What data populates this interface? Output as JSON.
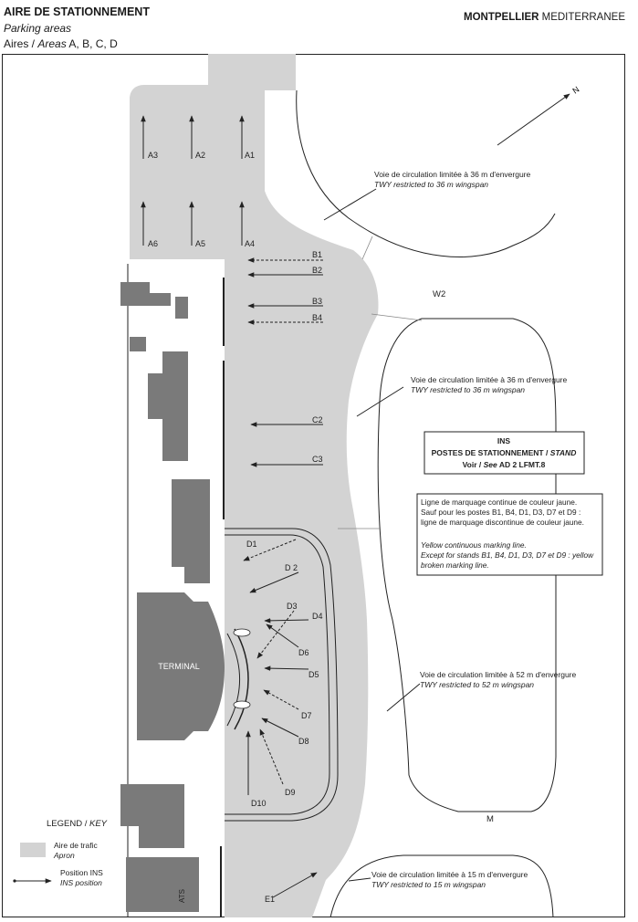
{
  "header": {
    "title": "AIRE DE STATIONNEMENT",
    "subtitle": "Parking areas",
    "aires_prefix": "Aires /",
    "aires_areas_italic": "Areas",
    "aires_list": "A, B, C, D",
    "airport_bold": "MONTPELLIER",
    "airport_rest": "MEDITERRANEE"
  },
  "north": {
    "label": "N"
  },
  "stands": {
    "A1": "A1",
    "A2": "A2",
    "A3": "A3",
    "A4": "A4",
    "A5": "A5",
    "A6": "A6",
    "B1": "B1",
    "B2": "B2",
    "B3": "B3",
    "B4": "B4",
    "C2": "C2",
    "C3": "C3",
    "D1": "D1",
    "D2": "D 2",
    "D3": "D3",
    "D4": "D4",
    "D5": "D5",
    "D6": "D6",
    "D7": "D7",
    "D8": "D8",
    "D9": "D9",
    "D10": "D10",
    "E1": "E1"
  },
  "taxiways": {
    "w2": "W2",
    "m": "M",
    "twy1_fr": "Voie de circulation limitée à 36 m d'envergure",
    "twy1_en": "TWY restricted to 36 m wingspan",
    "twy2_fr": "Voie de circulation limitée à 36 m d'envergure",
    "twy2_en": "TWY restricted to 36 m wingspan",
    "twy3_fr": "Voie de circulation limitée à 52 m d'envergure",
    "twy3_en": "TWY restricted to 52 m wingspan",
    "twy4_fr": "Voie de circulation limitée à 15 m d'envergure",
    "twy4_en": "TWY restricted to 15 m wingspan"
  },
  "ins_box": {
    "line1": "INS",
    "line2_fr": "POSTES DE STATIONNEMENT /",
    "line2_en": "STAND",
    "line3_fr": "Voir /",
    "line3_en": "See",
    "line3_ref": "AD 2 LFMT.8"
  },
  "marking_note": {
    "fr1": "Ligne de marquage continue de couleur jaune.",
    "fr2": "Sauf pour les postes B1, B4, D1, D3, D7 et D9 :",
    "fr3": "ligne de marquage discontinue de couleur jaune.",
    "en1": "Yellow continuous marking line.",
    "en2": "Except for stands B1, B4, D1, D3, D7 et D9 : yellow",
    "en3": "broken marking line."
  },
  "buildings": {
    "terminal": "TERMINAL",
    "ats": "ATS"
  },
  "legend": {
    "title": "LEGEND /",
    "title_key": "KEY",
    "apron_fr": "Aire de trafic",
    "apron_en": "Apron",
    "ins_fr": "Position INS",
    "ins_en": "INS position"
  },
  "colors": {
    "apron": "#d3d3d3",
    "building": "#7a7a7a",
    "line": "#222222"
  }
}
